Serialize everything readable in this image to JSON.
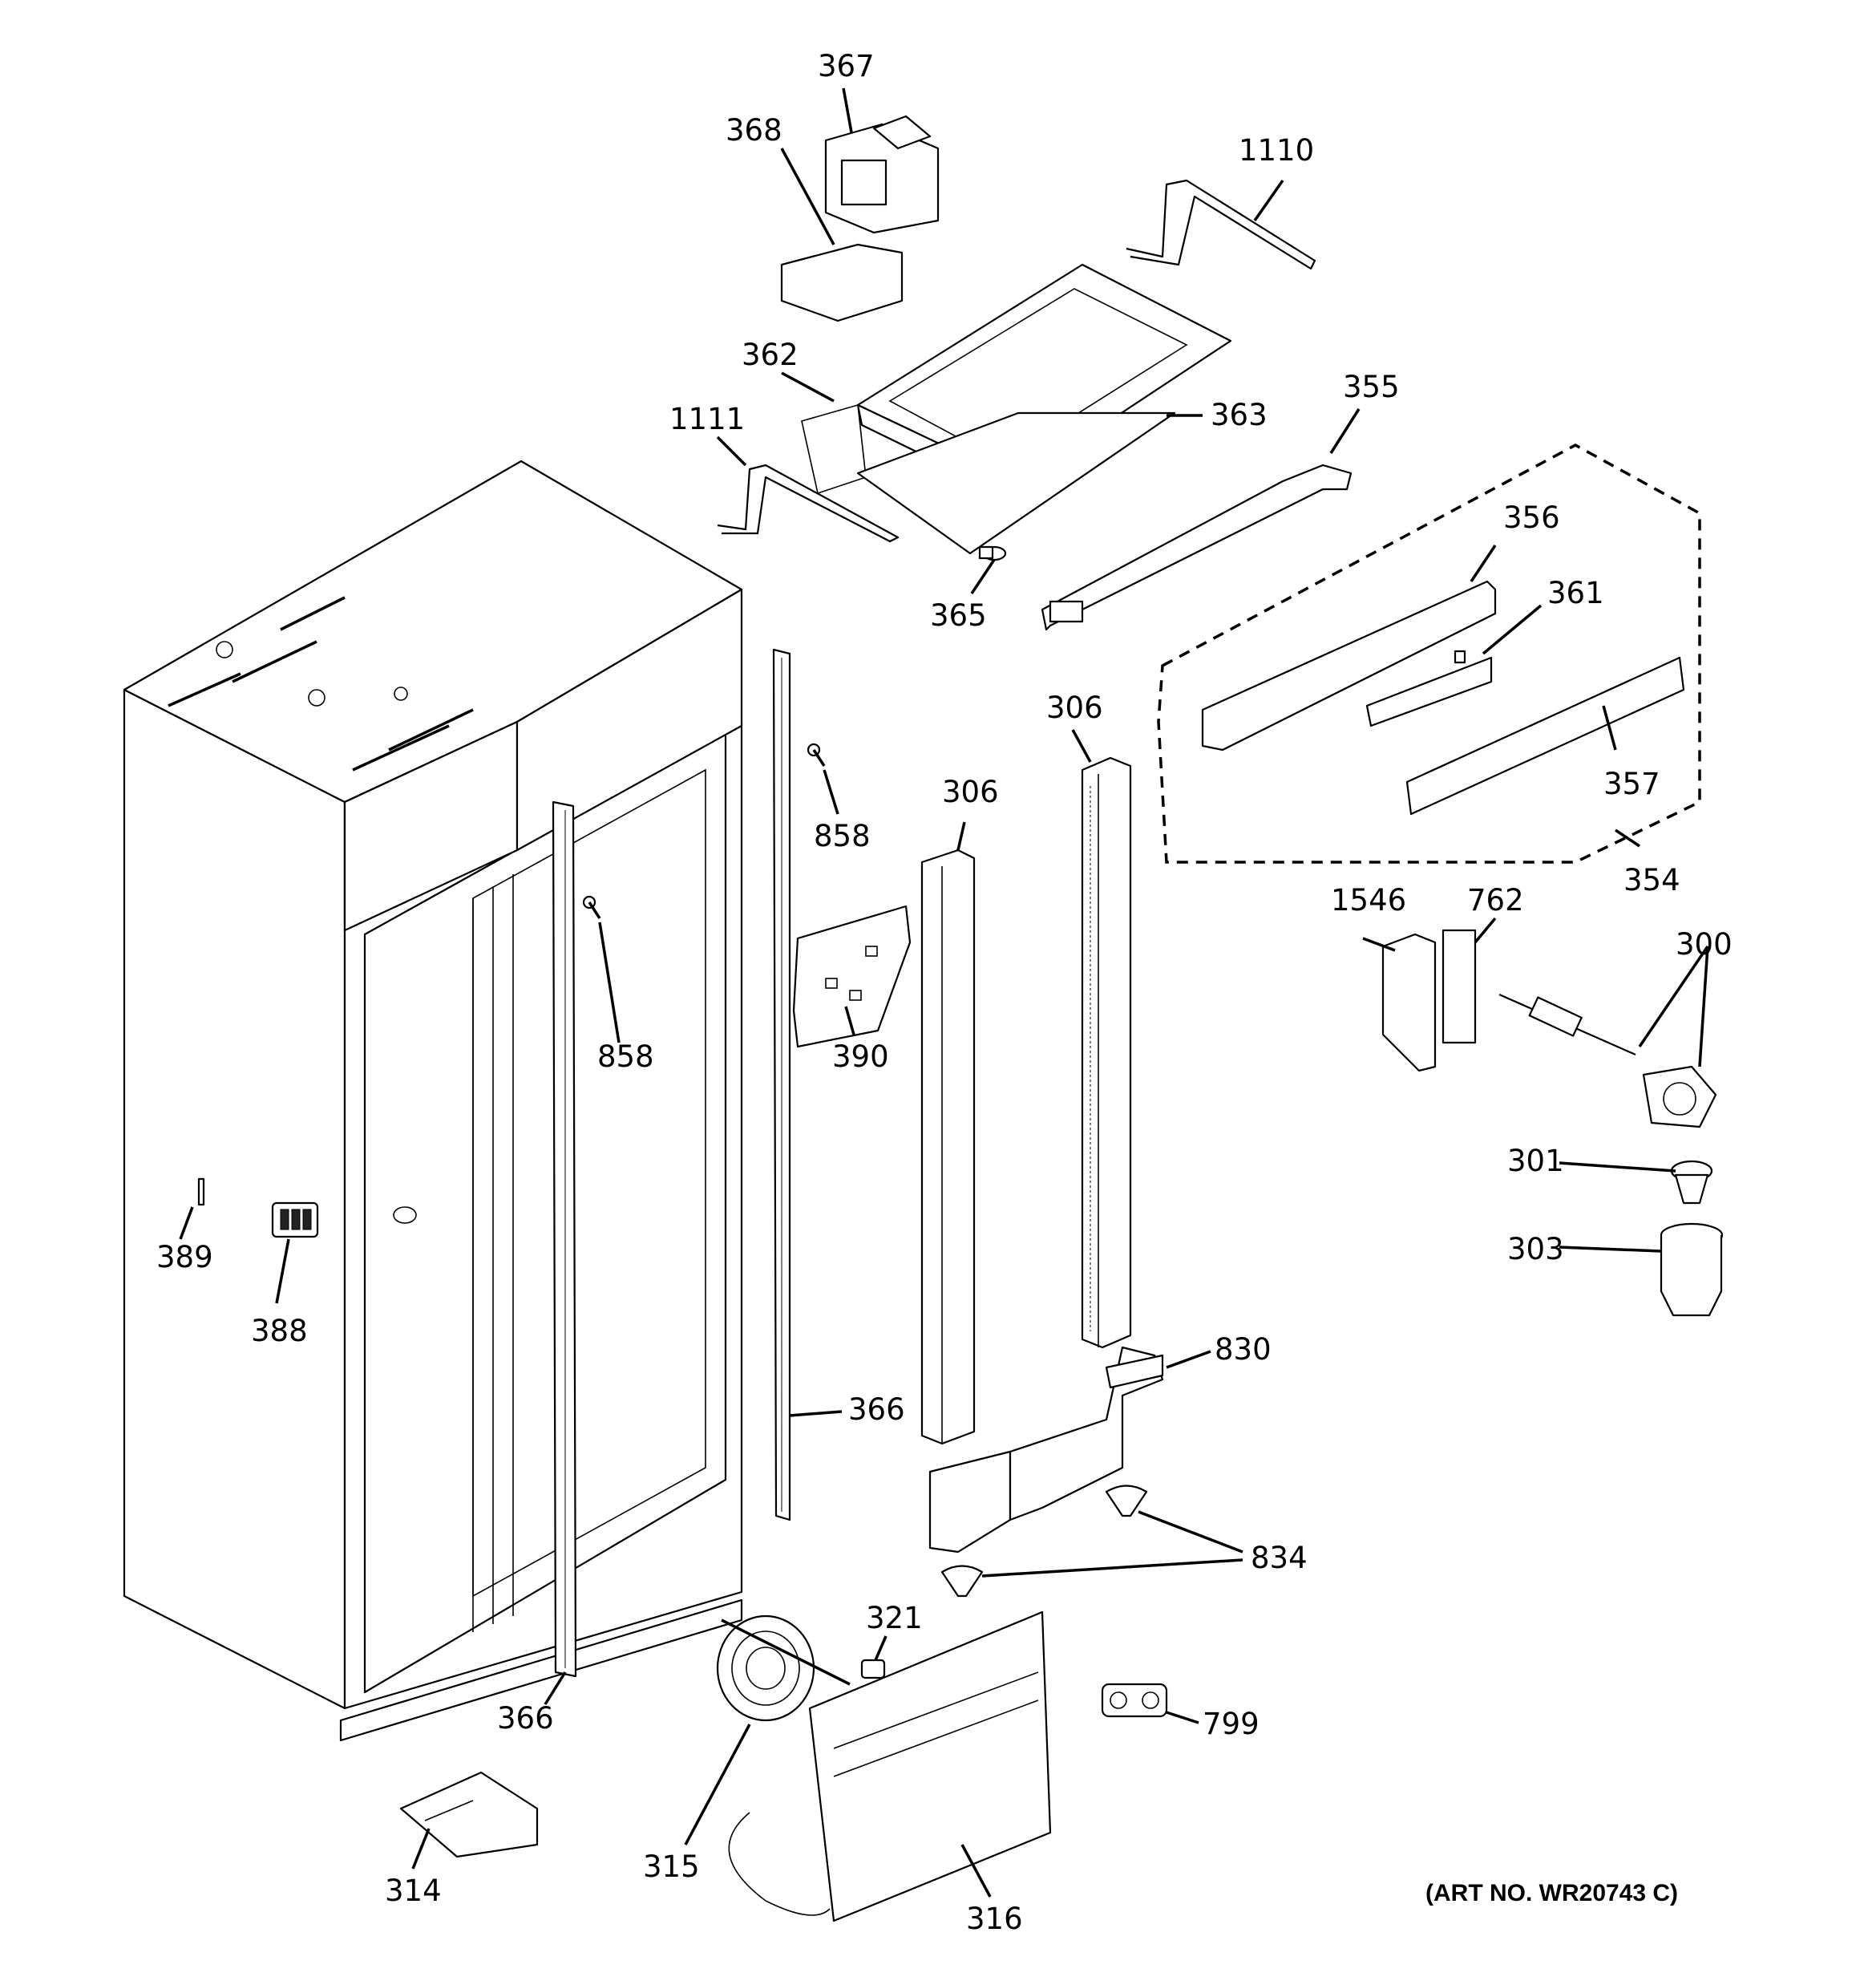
{
  "callouts": [
    {
      "id": "c367",
      "text": "367"
    },
    {
      "id": "c368",
      "text": "368"
    },
    {
      "id": "c1110",
      "text": "1110"
    },
    {
      "id": "c362",
      "text": "362"
    },
    {
      "id": "c1111",
      "text": "1111"
    },
    {
      "id": "c363",
      "text": "363"
    },
    {
      "id": "c355",
      "text": "355"
    },
    {
      "id": "c365",
      "text": "365"
    },
    {
      "id": "c356",
      "text": "356"
    },
    {
      "id": "c361",
      "text": "361"
    },
    {
      "id": "c306a",
      "text": "306"
    },
    {
      "id": "c306b",
      "text": "306"
    },
    {
      "id": "c858a",
      "text": "858"
    },
    {
      "id": "c858b",
      "text": "858"
    },
    {
      "id": "c357",
      "text": "357"
    },
    {
      "id": "c354",
      "text": "354"
    },
    {
      "id": "c390",
      "text": "390"
    },
    {
      "id": "c1546",
      "text": "1546"
    },
    {
      "id": "c762",
      "text": "762"
    },
    {
      "id": "c300",
      "text": "300"
    },
    {
      "id": "c301",
      "text": "301"
    },
    {
      "id": "c303",
      "text": "303"
    },
    {
      "id": "c389",
      "text": "389"
    },
    {
      "id": "c388",
      "text": "388"
    },
    {
      "id": "c830",
      "text": "830"
    },
    {
      "id": "c366a",
      "text": "366"
    },
    {
      "id": "c834",
      "text": "834"
    },
    {
      "id": "c321",
      "text": "321"
    },
    {
      "id": "c366b",
      "text": "366"
    },
    {
      "id": "c799",
      "text": "799"
    },
    {
      "id": "c315",
      "text": "315"
    },
    {
      "id": "c314",
      "text": "314"
    },
    {
      "id": "c316",
      "text": "316"
    }
  ],
  "art_number": "(ART NO. WR20743 C)"
}
